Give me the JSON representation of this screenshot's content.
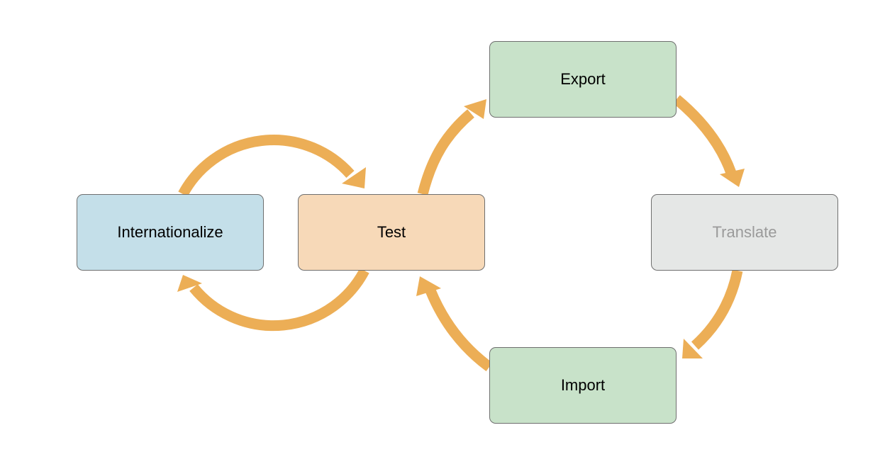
{
  "diagram": {
    "type": "cycle-flow",
    "arrow_color": "#ecae56",
    "nodes": {
      "internationalize": {
        "label": "Internationalize",
        "fill": "#c4dfe9"
      },
      "test": {
        "label": "Test",
        "fill": "#f7d9b8"
      },
      "export": {
        "label": "Export",
        "fill": "#c8e2c9"
      },
      "translate": {
        "label": "Translate",
        "fill": "#e5e7e6",
        "text_color": "#9a9a9a"
      },
      "import": {
        "label": "Import",
        "fill": "#c8e2c9"
      }
    },
    "edges": [
      {
        "from": "internationalize",
        "to": "test"
      },
      {
        "from": "test",
        "to": "internationalize"
      },
      {
        "from": "test",
        "to": "export"
      },
      {
        "from": "export",
        "to": "translate"
      },
      {
        "from": "translate",
        "to": "import"
      },
      {
        "from": "import",
        "to": "test"
      }
    ]
  }
}
